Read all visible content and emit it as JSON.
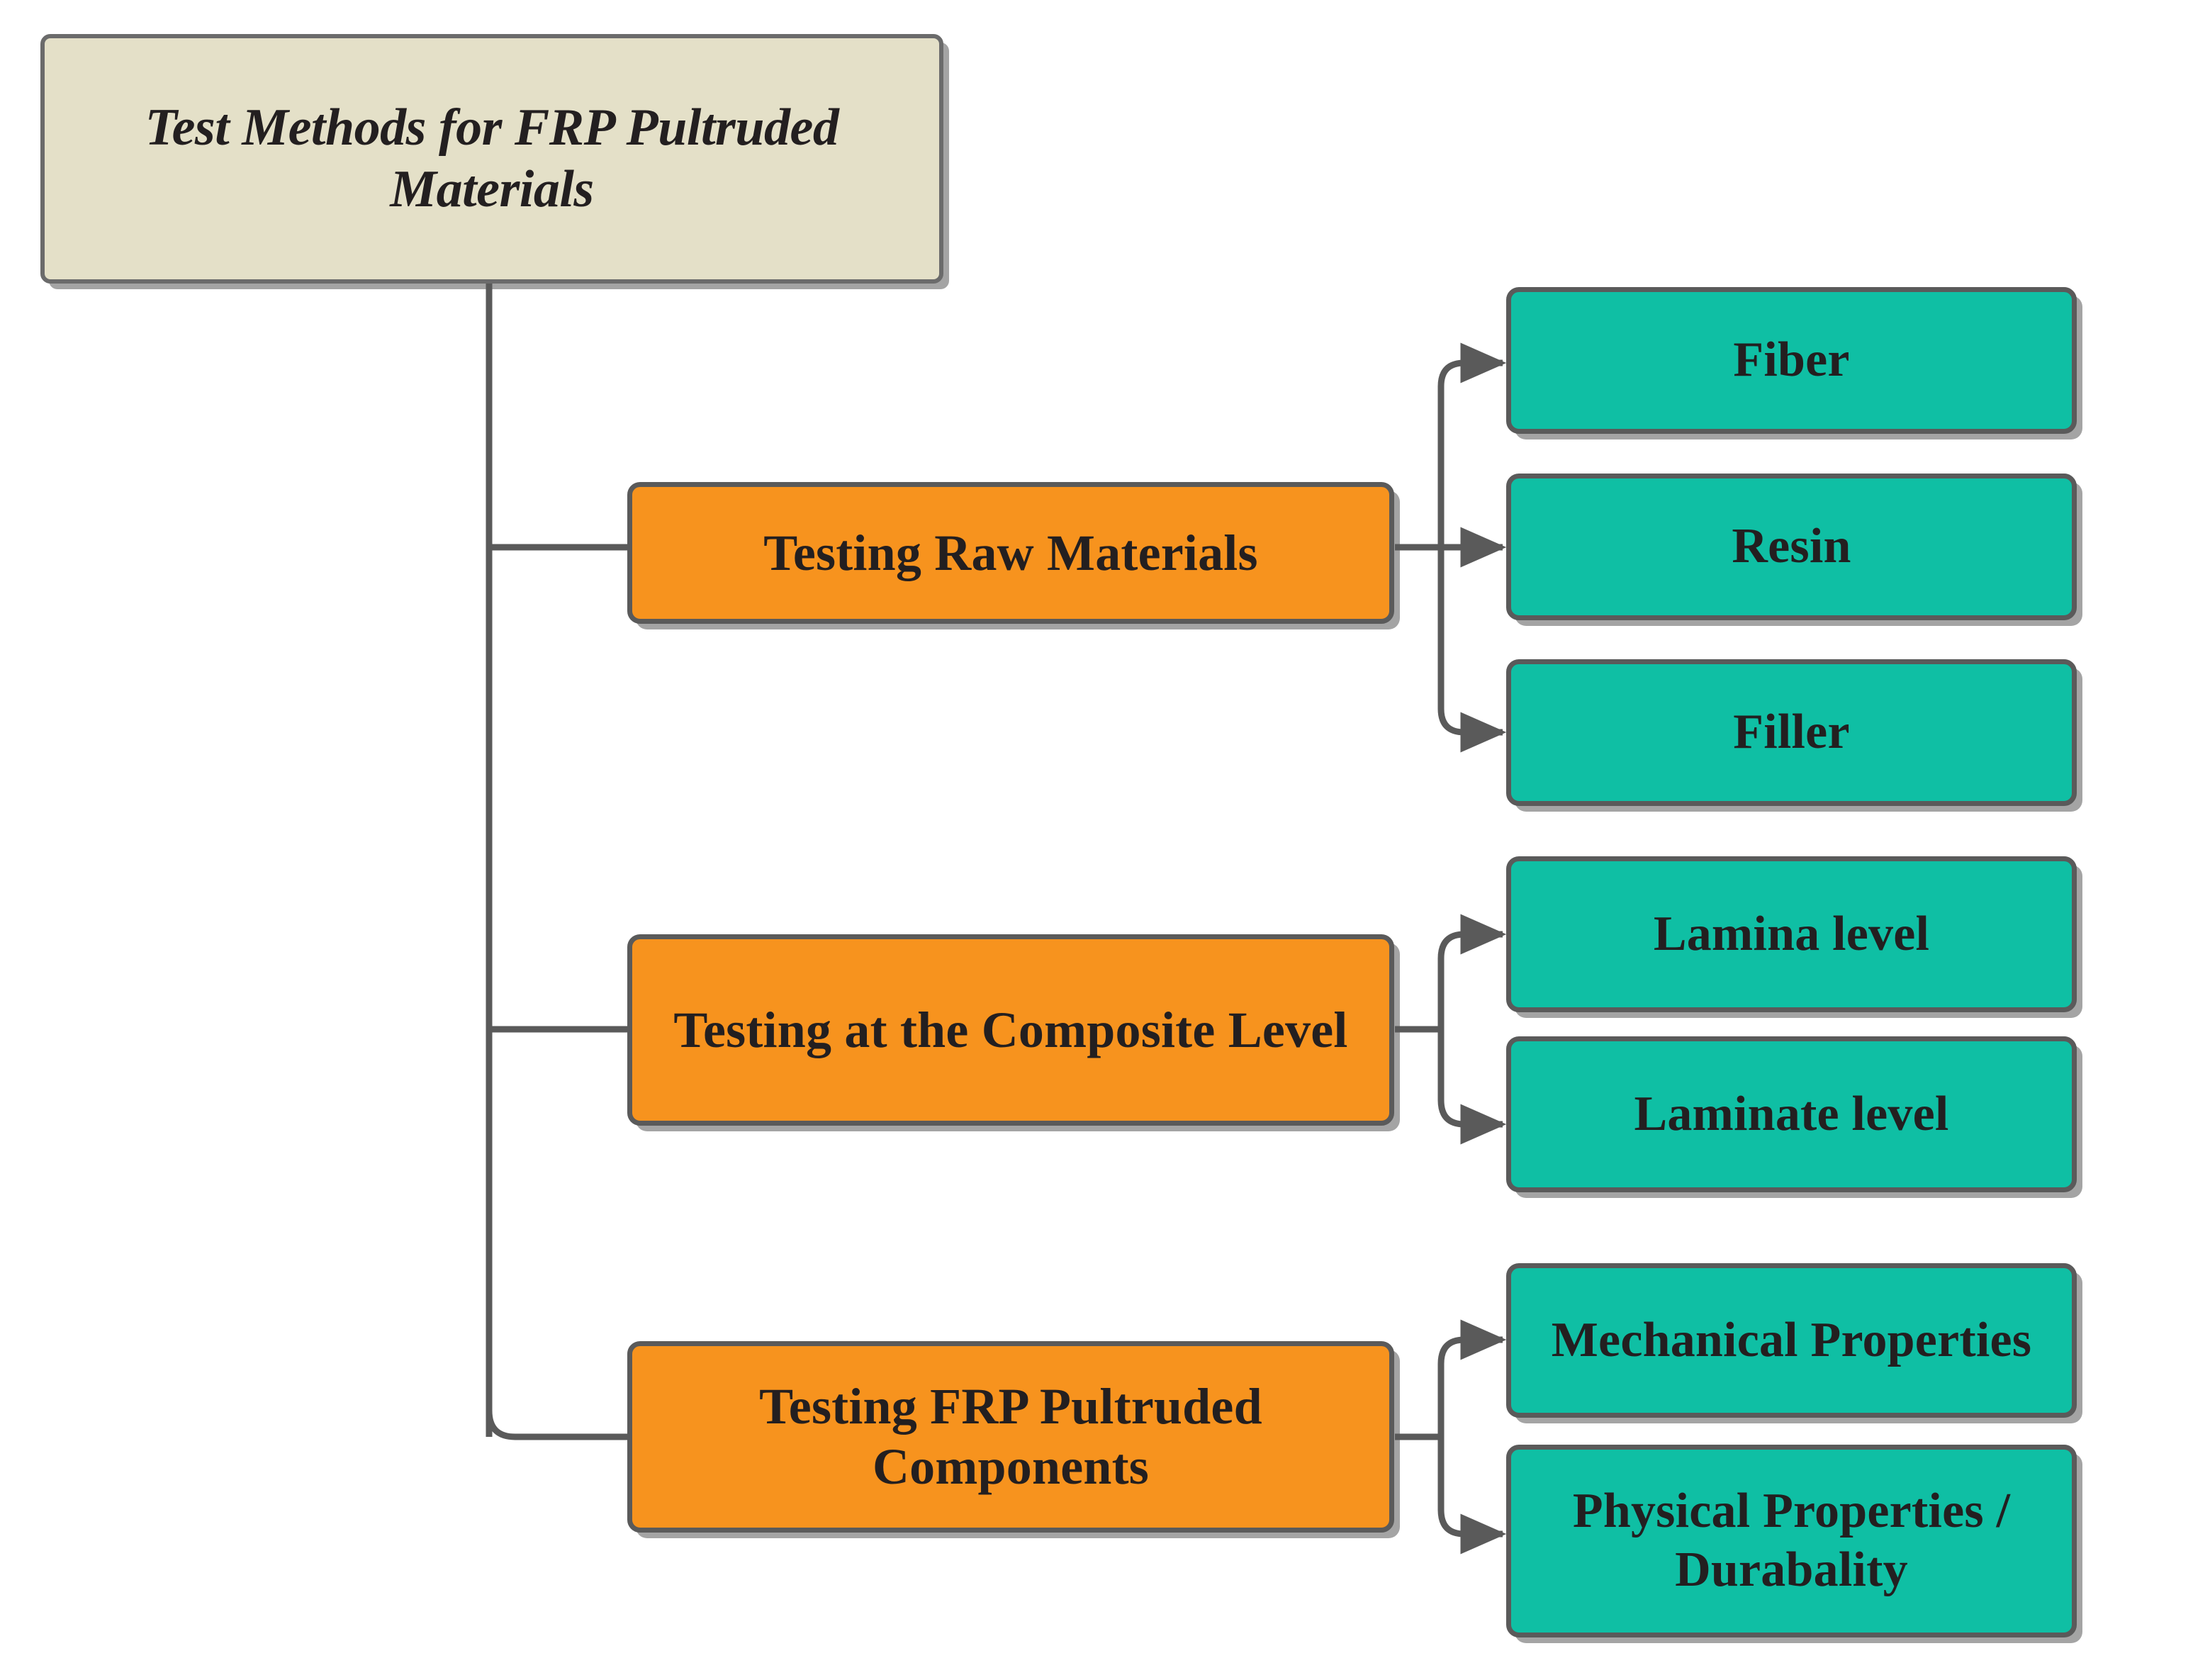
{
  "diagram": {
    "title_node": {
      "label": "Test Methods for FRP Pultruded Materials",
      "fill": "#e4e0c8",
      "border": "#6b6b6b"
    },
    "branches": [
      {
        "label": "Testing Raw Materials",
        "fill": "#f7931e",
        "children": [
          {
            "label": "Fiber",
            "fill": "#0fbfa4"
          },
          {
            "label": "Resin",
            "fill": "#0fbfa4"
          },
          {
            "label": "Filler",
            "fill": "#0fbfa4"
          }
        ]
      },
      {
        "label": "Testing at the Composite Level",
        "fill": "#f7931e",
        "children": [
          {
            "label": "Lamina level",
            "fill": "#0fbfa4"
          },
          {
            "label": "Laminate level",
            "fill": "#0fbfa4"
          }
        ]
      },
      {
        "label": "Testing FRP Pultruded Components",
        "fill": "#f7931e",
        "children": [
          {
            "label": "Mechanical Properties",
            "fill": "#0fbfa4"
          },
          {
            "label": "Physical Properties / Durabality",
            "fill": "#0fbfa4"
          }
        ]
      }
    ],
    "connector_color": "#5a5a5a",
    "background": "#ffffff"
  }
}
